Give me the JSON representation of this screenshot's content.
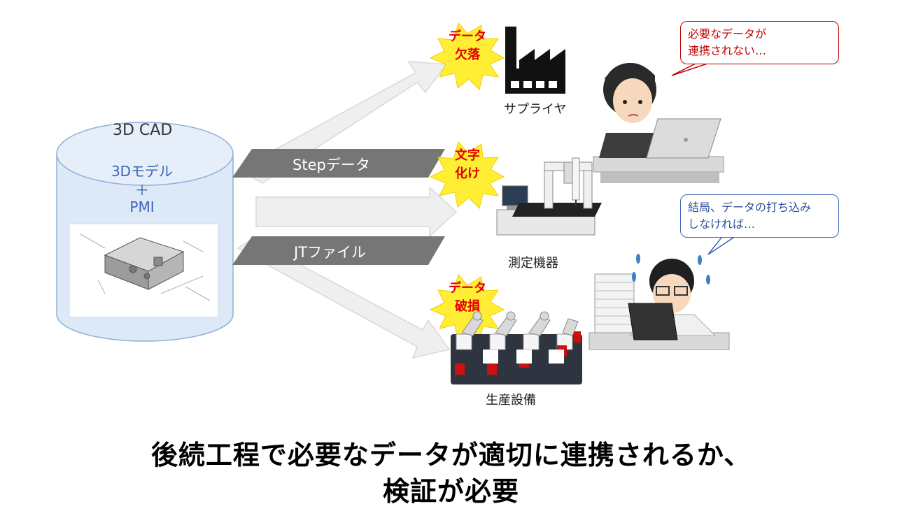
{
  "cad": {
    "title": "3D CAD",
    "model": "3Dモデル",
    "plus": "＋",
    "pmi": "PMI"
  },
  "formats": {
    "step": "Stepデータ",
    "jt": "JTファイル"
  },
  "issues": {
    "top_line1": "データ",
    "top_line2": "欠落",
    "mid_line1": "文字",
    "mid_line2": "化け",
    "bottom_line1": "データ",
    "bottom_line2": "破損"
  },
  "destinations": {
    "supplier": "サプライヤ",
    "measurement": "測定機器",
    "production": "生産設備"
  },
  "speech": {
    "woman_line1": "必要なデータが",
    "woman_line2": "連携されない…",
    "man_line1": "結局、データの打ち込み",
    "man_line2": "しなければ…"
  },
  "footer": {
    "line1": "後続工程で必要なデータが適切に連携されるか、",
    "line2": "検証が必要"
  },
  "colors": {
    "cylinder_fill": "#dde9f7",
    "cylinder_stroke": "#8fb0d8",
    "arrow_fill": "#efefef",
    "banner_fill": "#767676",
    "burst_fill": "#ffee33",
    "issue_text": "#e00000",
    "cad_text": "#3b64b8"
  }
}
